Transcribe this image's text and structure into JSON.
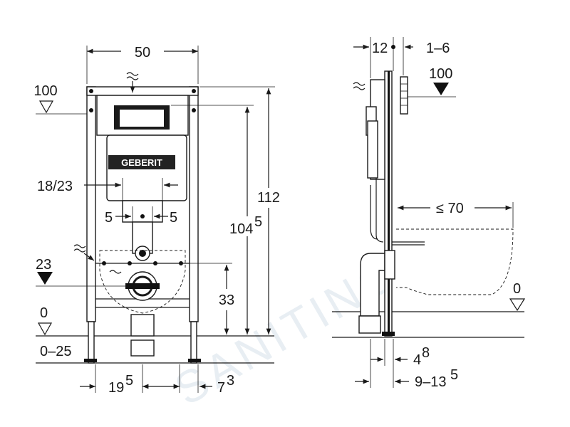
{
  "brand": "GEBERIT",
  "watermark": "SANITINO",
  "front_view": {
    "width_top": "50",
    "level_100": "100",
    "offset_18_23": "18/23",
    "offset_5_left": "5",
    "offset_5_right": "5",
    "level_23": "23",
    "level_0": "0",
    "adjust_0_25": "0–25",
    "height_112": "112",
    "height_104_main": "104",
    "height_104_sup": "5",
    "height_33": "33",
    "bottom_19_main": "19",
    "bottom_19_sup": "5",
    "bottom_7_main": "7",
    "bottom_7_sup": "3"
  },
  "side_view": {
    "top_12": "12",
    "top_1_6": "1–6",
    "level_100": "100",
    "depth_70": "≤ 70",
    "level_0": "0",
    "bottom_4_main": "4",
    "bottom_4_sup": "8",
    "bottom_9_main": "9–13",
    "bottom_9_sup": "5"
  }
}
